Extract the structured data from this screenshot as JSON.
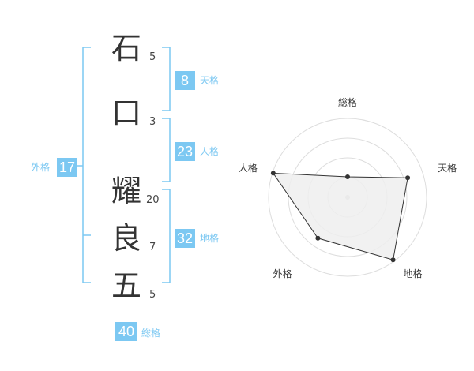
{
  "name": {
    "characters": [
      {
        "char": "石",
        "strokes": "5"
      },
      {
        "char": "口",
        "strokes": "3"
      },
      {
        "char": "耀",
        "strokes": "20"
      },
      {
        "char": "良",
        "strokes": "7"
      },
      {
        "char": "五",
        "strokes": "5"
      }
    ]
  },
  "fortune": {
    "tenkaku": {
      "value": "8",
      "label": "天格"
    },
    "jinkaku": {
      "value": "23",
      "label": "人格"
    },
    "chikaku": {
      "value": "32",
      "label": "地格"
    },
    "gaikaku": {
      "value": "17",
      "label": "外格"
    },
    "soukaku": {
      "value": "40",
      "label": "総格"
    }
  },
  "radar": {
    "axes": [
      "総格",
      "天格",
      "地格",
      "外格",
      "人格"
    ],
    "levels": 4,
    "values": [
      0.26,
      0.8,
      0.98,
      0.64,
      0.99
    ],
    "colors": {
      "fill": "#efefef",
      "line": "#333333",
      "grid": "#dddddd",
      "point": "#333333"
    }
  },
  "colors": {
    "accent": "#7cc8f2"
  }
}
